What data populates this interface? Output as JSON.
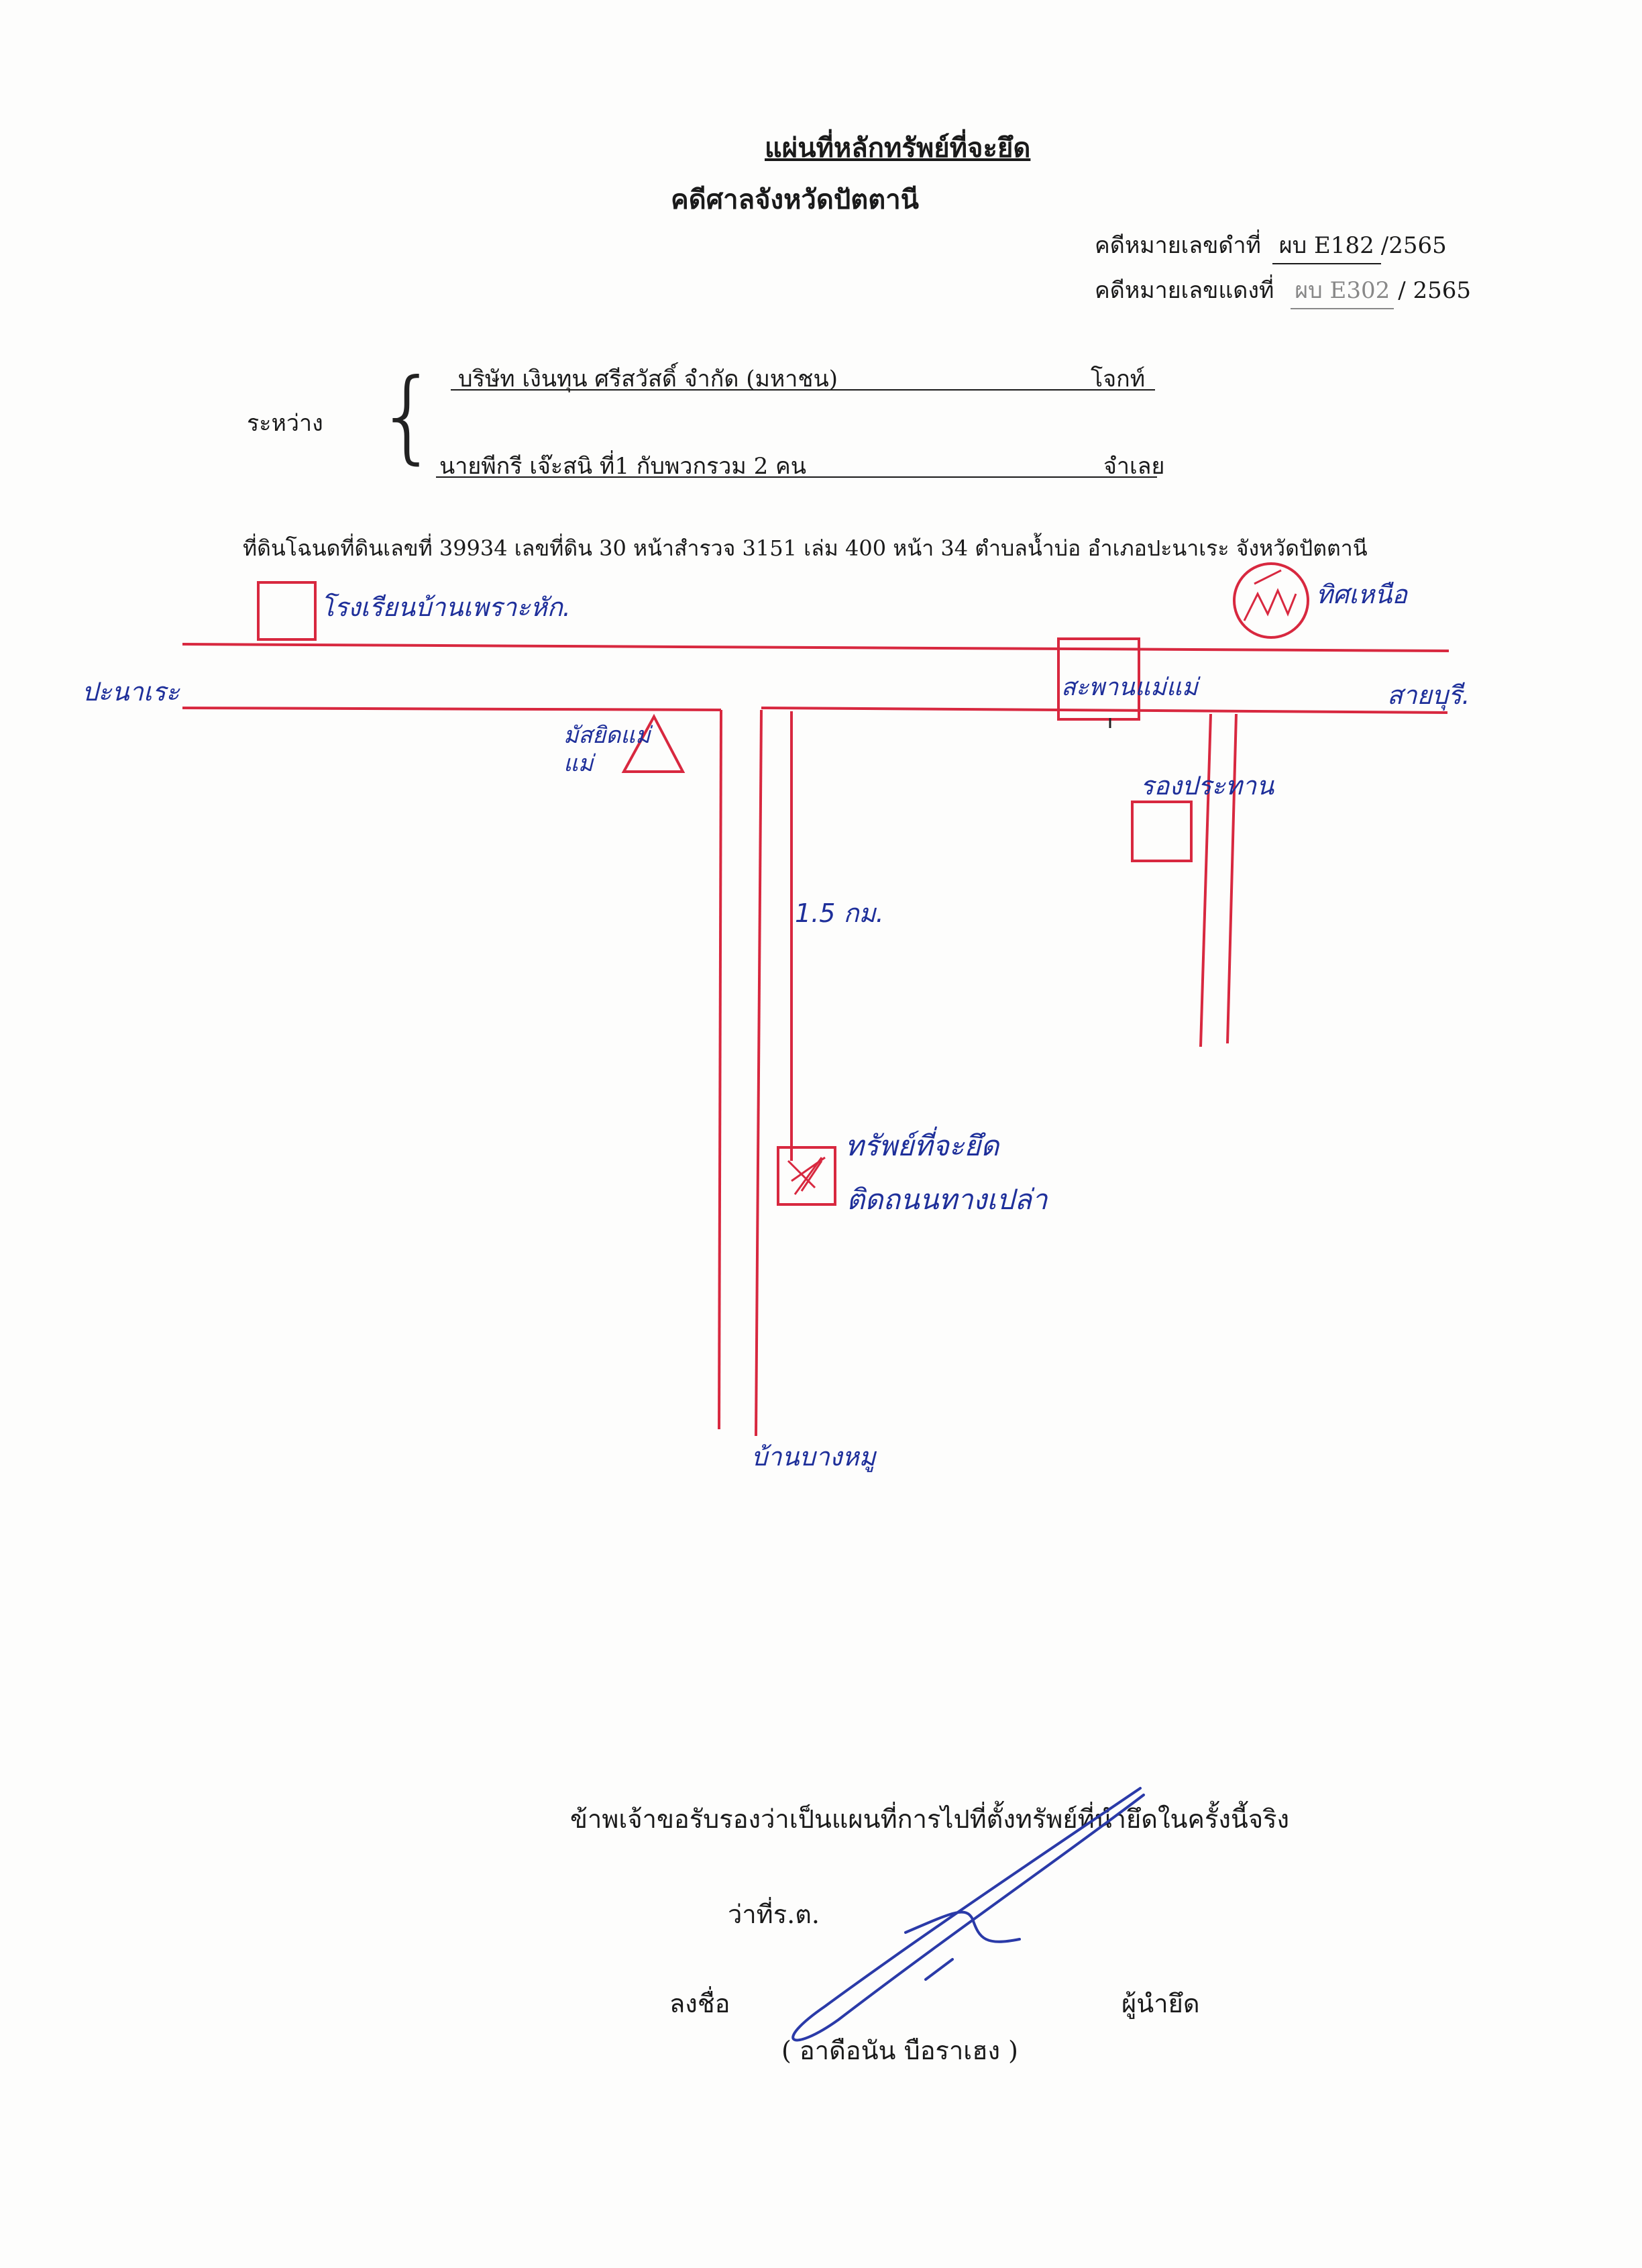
{
  "header": {
    "title": "แผ่นที่หลักทรัพย์ที่จะยึด",
    "court": "คดีศาลจังหวัดปัตตานี",
    "black_case_label": "คดีหมายเลขดำที่",
    "black_case_value": "ผบ E182",
    "black_case_year": "/2565",
    "red_case_label": "คดีหมายเลขแดงที่",
    "red_case_value": "ผบ E302",
    "red_case_year": "/ 2565"
  },
  "parties": {
    "between_label": "ระหว่าง",
    "plaintiff_name": "บริษัท เงินทุน ศรีสวัสดิ์ จำกัด (มหาชน)",
    "plaintiff_role": "โจกท์",
    "defendant_name": "นายพีกรี เจ๊ะสนิ ที่1 กับพวกรวม 2 คน",
    "defendant_role": "จำเลย"
  },
  "land_description": "ที่ดินโฉนดที่ดินเลขที่  39934  เลขที่ดิน 30 หน้าสำรวจ 3151  เล่ม 400  หน้า 34 ตำบลน้ำบ่อ อำเภอปะนาเระ  จังหวัดปัตตานี",
  "map": {
    "colors": {
      "road": "#d8283f",
      "ink": "#1e2f9a"
    },
    "labels": {
      "school": "โรงเรียนบ้านเพราะหัก.",
      "north": "ทิศเหนือ",
      "left_destination": "ปะนาเระ",
      "bridge": "สะพานแม่แม่",
      "right_destination": "สายบุรี.",
      "mosque": "มัสยิดแม่แม่",
      "temple": "รองประทาน",
      "distance": "1.5 กม.",
      "property_line1": "ทรัพย์ที่จะยึด",
      "property_line2": "ติดถนนทางเปล่า",
      "bottom_destination": "บ้านบางหมู"
    }
  },
  "certification": {
    "statement": "ข้าพเจ้าขอรับรองว่าเป็นแผนที่การไปที่ตั้งทรัพย์ที่นำยึดในครั้งนี้จริง",
    "rank": "ว่าที่ร.ต.",
    "sign_label": "ลงชื่อ",
    "signer_role": "ผู้นำยึด",
    "signer_name": "( อาดือนัน  บือราเฮง )"
  }
}
